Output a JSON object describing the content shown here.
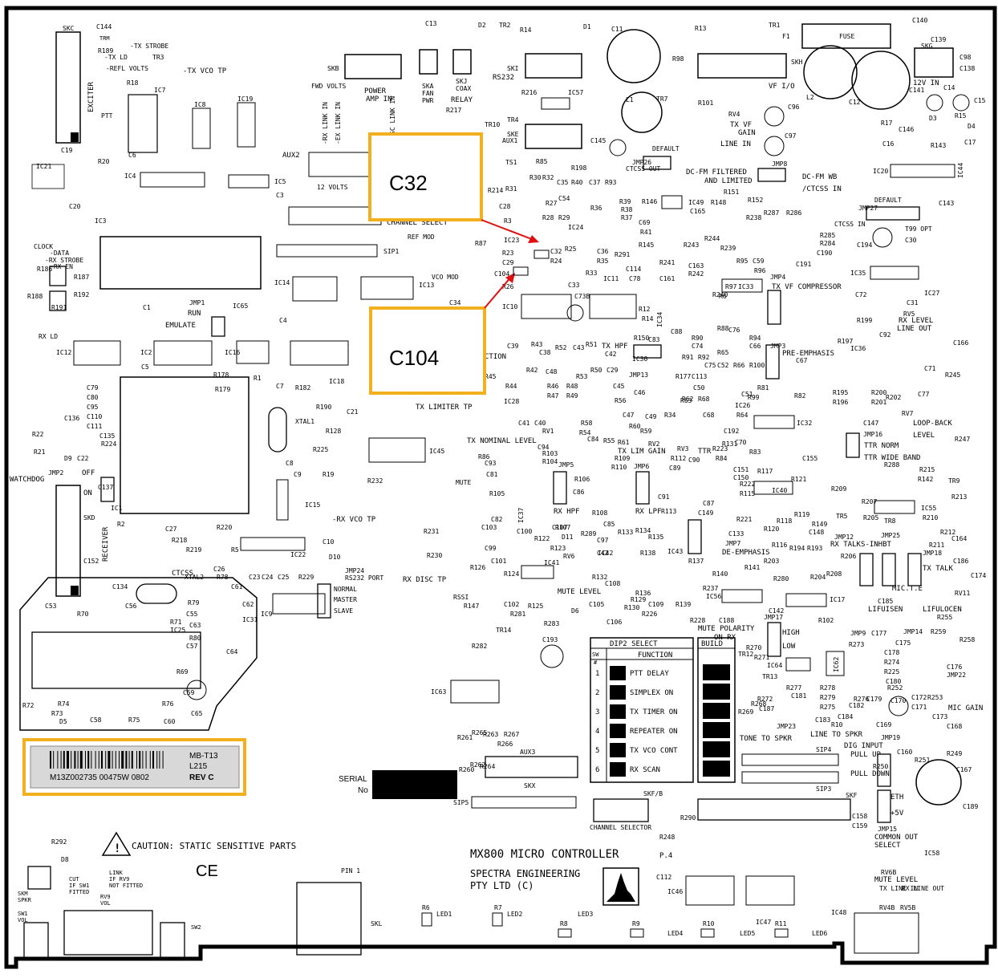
{
  "colors": {
    "callout": "#f2b01e",
    "arrow": "#e01010",
    "ink": "#000000"
  },
  "callouts": {
    "c32": "C32",
    "c104": "C104"
  },
  "board": {
    "title": "MX800 MICRO CONTROLLER",
    "page": "P.4",
    "maker_1": "SPECTRA ENGINEERING",
    "maker_2": "PTY LTD  (C)",
    "caution": "CAUTION: STATIC SENSITIVE PARTS",
    "ce_mark": "CE",
    "serial_1": "SERIAL",
    "serial_2": "No"
  },
  "label_sticker": {
    "model": "MB-T13",
    "rev_line": "L215",
    "rev": "REV C",
    "code": "M13Z002735  00475W 0802"
  },
  "dip_table": {
    "title": "DIP2 SELECT",
    "build": "BUILD",
    "col_sw": "SW",
    "col_hash": "#",
    "col_function": "FUNCTION",
    "rows": [
      {
        "sw": "1",
        "fn": "PTT DELAY"
      },
      {
        "sw": "2",
        "fn": "SIMPLEX ON"
      },
      {
        "sw": "3",
        "fn": "TX TIMER ON"
      },
      {
        "sw": "4",
        "fn": "REPEATER ON"
      },
      {
        "sw": "5",
        "fn": "TX VCO CONT"
      },
      {
        "sw": "6",
        "fn": "RX SCAN"
      }
    ]
  },
  "connectors": {
    "skc": "SKC",
    "skb": "SKB",
    "ska": "SKA",
    "ska2": "FAN",
    "ska3": "PWR",
    "skj": "SKJ",
    "skj2": "COAX",
    "skj3": "RELAY",
    "ski": "SKI",
    "ski2": "RS232",
    "skh": "SKH",
    "vf_io": "VF I/O",
    "ske": "SKE",
    "ske2": "AUX1",
    "skg": "SKG",
    "in12": "12V IN",
    "skd": "SKD",
    "receiver": "RECEIVER",
    "exciter": "EXCITER",
    "skx": "SKX",
    "aux3": "AUX3",
    "skl": "SKL",
    "skf": "SKF",
    "skfb": "SKF/B",
    "chsel": "CHANNEL SELECTOR",
    "fuse": "FUSE",
    "aux2": "AUX2",
    "sip1": "SIP1",
    "sip3": "SIP3",
    "sip4": "SIP4",
    "sip5": "SIP5",
    "pin1": "PIN 1",
    "skm": "SKM",
    "spkr": "SPKR",
    "sw1": "SW1",
    "vol": "VOL",
    "sw2": "SW2"
  },
  "chips": {
    "ic3": "IC3",
    "ic4": "IC4",
    "ic5": "IC5",
    "ic7": "IC7",
    "ic8": "IC8",
    "ic19": "IC19",
    "ic21": "IC21",
    "ic14": "IC14",
    "ic13": "IC13",
    "ic12": "IC12",
    "ic2": "IC2",
    "ic16": "IC16",
    "ic18": "IC18",
    "ic1": "IC1",
    "ic15": "IC15",
    "ic45": "IC45",
    "ic10": "IC10",
    "ic11": "IC11",
    "ic57": "IC57",
    "ic22": "IC22",
    "ic9": "IC9",
    "ic31": "IC31",
    "ic25": "IC25",
    "ic63": "IC63",
    "ic46": "IC46",
    "ic47": "IC47",
    "ic48": "IC48",
    "ic58": "IC58",
    "ic20": "IC20",
    "ic44": "IC44",
    "ic27": "IC27",
    "ic35": "IC35",
    "ic32": "IC32",
    "ic33": "IC33",
    "ic17": "IC17",
    "ic36": "IC36",
    "ic40": "IC40",
    "ic55": "IC55",
    "ic43": "IC43",
    "ic41": "IC41",
    "ic42": "IC42",
    "ic37": "IC37",
    "ic28": "IC28",
    "ic30": "IC30",
    "ic26": "IC26",
    "ic49": "IC49",
    "ic23": "IC23",
    "ic24": "IC24",
    "ic34": "IC34",
    "ic56": "IC56",
    "ic64": "IC64",
    "ic62": "IC62",
    "ic65": "IC65"
  },
  "net_labels": {
    "tx_vco_tp": "-TX VCO TP",
    "rx_vco_tp": "-RX VCO TP",
    "fwd_volts": "FWD VOLTS",
    "power": "POWER",
    "amp_in": "AMP IN",
    "tx_strobe": "-TX STROBE",
    "tx_ld": "-TX LD",
    "refl_volts": "-REFL VOLTS",
    "trm": "TRM",
    "ptt": "PTT",
    "volts12": "12 VOLTS",
    "rx_link_in": "-RX LINK IN",
    "ex_link_in": "-EX LINK IN",
    "sc_link_in": "SC LINK IN",
    "channel_select": "CHANNEL SELECT",
    "ref_mod": "REF MOD",
    "vco_mod": "VCO MOD",
    "clock": "CLOCK",
    "data": "-DATA",
    "rx_strobe": "-RX STROBE",
    "rx_en": "-RX EN",
    "run": "RUN",
    "emulate": "EMULATE",
    "rx_ld": "RX LD",
    "xtal1": "XTAL1",
    "xtal2": "XTAL2",
    "watchdog": "WATCHDOG",
    "jmp2": "JMP2",
    "off": "OFF",
    "on": "ON",
    "ctcss": "CTCSS",
    "normal": "NORMAL",
    "master": "MASTER",
    "slave": "SLAVE",
    "jmp24": "JMP24",
    "rs232_port": "RS232 PORT",
    "rx_disc_tp": "RX DISC TP",
    "rssi": "RSSI",
    "tx_limiter_tp": "TX LIMITER TP",
    "tx_nominal_level": "TX NOMINAL LEVEL",
    "mute": "MUTE",
    "rx_hpf": "RX HPF",
    "rx_lpf": "RX LPF",
    "tx_hpf": "TX HPF",
    "tx_lim_gain": "TX LIM GAIN",
    "ttr": "TTR",
    "mute_level": "MUTE LEVEL",
    "mute_polarity": "MUTE POLARITY",
    "on_rx": "ON RX",
    "high": "HIGH",
    "low": "LOW",
    "de_emphasis": "DE-EMPHASIS",
    "pre_emphasis": "PRE-EMPHASIS",
    "tx_vf_compressor": "TX VF COMPRESSOR",
    "rx_level": "RX LEVEL",
    "line_out": "LINE OUT",
    "loop_back": "LOOP-BACK",
    "level": "LEVEL",
    "ttr_norm": "TTR NORM",
    "ttr_wide": "TTR WIDE BAND",
    "rx_talk": "RX TALK",
    "s_inhbt": "S-INHBT",
    "tx_talk": "TX TALK",
    "mic_te": "MIC.T.E",
    "lifuisen": "LIFUISEN",
    "lifulocen": "LIFULOCEN",
    "tone_to_spkr": "TONE TO SPKR",
    "line_to_spkr": "LINE TO SPKR",
    "dig_input": "DIG INPUT",
    "pull_up": "PULL UP",
    "pull_down": "PULL DOWN",
    "eth": "ETH",
    "plus5v": "+5V",
    "common_out": "COMMON OUT",
    "select": "SELECT",
    "mute_level2": "MUTE LEVEL",
    "tx_line_in": "TX LINE IN",
    "rx_line_out": "RX LINE OUT",
    "mic_gain": "MIC GAIN",
    "dc_fm_filtered": "DC-FM FILTERED",
    "and_limited": "AND LIMITED",
    "dc_fm_wb": "DC-FM WB",
    "ctcss_in": "/CTCSS IN",
    "default": "DEFAULT",
    "ctcss_out": "CTCSS OUT",
    "tx_vf": "TX VF",
    "gain": "GAIN",
    "line_in": "LINE IN",
    "ctcss_in2": "CTCSS IN",
    "t99_opt": "T99 OPT",
    "ction": "CTION",
    "link": "LINK",
    "if_rv9": "IF RV9",
    "not_fitted": "NOT FITTED",
    "cut": "CUT",
    "if_sw1": "IF SW1",
    "fitted": "FITTED",
    "rv9": "RV9",
    "build": "BUILD"
  },
  "parts": {
    "c32": "C32",
    "c104": "C104",
    "r26": "R26",
    "r23": "R23",
    "r24": "R24",
    "c29": "C29",
    "c33": "C33",
    "r33": "R33",
    "c36": "C36",
    "r35": "R35",
    "r25": "R25",
    "c73b": "C73B",
    "c11": "C11",
    "c12": "C12",
    "l1": "L1",
    "l2": "L2",
    "c13": "C13",
    "d2": "D2",
    "tr2": "TR2",
    "r14": "R14",
    "d1": "D1",
    "r13": "R13",
    "tr1": "TR1",
    "f1": "F1",
    "c140": "C140",
    "c139": "C139",
    "c98": "C98",
    "c138": "C138",
    "r98": "R98",
    "tr7": "TR7",
    "r101": "R101",
    "rv4": "RV4",
    "c96": "C96",
    "c97": "C97",
    "c14": "C14",
    "c15": "C15",
    "c141": "C141",
    "r15": "R15",
    "d3": "D3",
    "d4": "D4",
    "r17": "R17",
    "c146": "C146",
    "c16": "C16",
    "r143": "R143",
    "c17": "C17",
    "c144": "C144",
    "r189": "R189",
    "tr3": "TR3",
    "r18": "R18",
    "c19": "C19",
    "r20": "R20",
    "c6": "C6",
    "c20": "C20",
    "c3": "C3",
    "r186": "R186",
    "r187": "R187",
    "r188": "R188",
    "r191": "R191",
    "r192": "R192",
    "c1": "C1",
    "jmp1": "JMP1",
    "c4": "C4",
    "c34": "C34",
    "r87": "R87",
    "c5": "C5",
    "r178": "R178",
    "r179": "R179",
    "r1": "R1",
    "c7": "C7",
    "r182": "R182",
    "r190": "R190",
    "c21": "C21",
    "r128": "R128",
    "r225": "R225",
    "c8": "C8",
    "c9": "C9",
    "r19": "R19",
    "r232": "R232",
    "c79": "C79",
    "c80": "C80",
    "c95": "C95",
    "c110": "C110",
    "c111": "C111",
    "c136": "C136",
    "c135": "C135",
    "r224": "R224",
    "r22": "R22",
    "r21": "R21",
    "d9": "D9",
    "c22": "C22",
    "c137": "C137",
    "r2": "R2",
    "c27": "C27",
    "r218": "R218",
    "r220": "R220",
    "r219": "R219",
    "r5": "R5",
    "c10": "C10",
    "d10": "D10",
    "c152": "C152",
    "c26": "C26",
    "r78": "R78",
    "c23": "C23",
    "c24": "C24",
    "c25": "C25",
    "r229": "R229",
    "c134": "C134",
    "c61": "C61",
    "c62": "C62",
    "c53": "C53",
    "r70": "R70",
    "c56": "C56",
    "r79": "R79",
    "c55": "C55",
    "r71": "R71",
    "c63": "C63",
    "r80": "R80",
    "c57": "C57",
    "r69": "R69",
    "c64": "C64",
    "c59": "C59",
    "r72": "R72",
    "r73": "R73",
    "r74": "R74",
    "d5": "D5",
    "c58": "C58",
    "r75": "R75",
    "r76": "R76",
    "c60": "C60",
    "c65": "C65",
    "r292": "R292",
    "d8": "D8",
    "r6": "R6",
    "led1": "LED1",
    "r7": "R7",
    "led2": "LED2",
    "led3": "LED3",
    "r8": "R8",
    "r9": "R9",
    "led4": "LED4",
    "r10": "R10",
    "led5": "LED5",
    "r11": "R11",
    "led6": "LED6",
    "c112": "C112",
    "rv6b": "RV6B",
    "rv4b": "RV4B",
    "rv5b": "RV5B",
    "r216": "R216",
    "r217": "R217",
    "tr10": "TR10",
    "tr4": "TR4",
    "ts1": "TS1",
    "r85": "R85",
    "r198": "R198",
    "r30": "R30",
    "r32": "R32",
    "c35": "C35",
    "r40": "R40",
    "c37": "C37",
    "r93": "R93",
    "r31": "R31",
    "c54": "C54",
    "r214": "R214",
    "r27": "R27",
    "c28": "C28",
    "r36": "R36",
    "r39": "R39",
    "r38": "R38",
    "r37": "R37",
    "r146": "R146",
    "c145": "C145",
    "jmp26": "JMP26",
    "r3": "R3",
    "r28": "R28",
    "r29": "R29",
    "c69": "C69",
    "r41": "R41",
    "r145": "R145",
    "r291": "R291",
    "r243": "R243",
    "c165": "C165",
    "r244": "R244",
    "r148": "R148",
    "r151": "R151",
    "r152": "R152",
    "jmp8": "JMP8",
    "r238": "R238",
    "r287": "R287",
    "r286": "R286",
    "r285": "R285",
    "r284": "R284",
    "c190": "C190",
    "c191": "C191",
    "r239": "R239",
    "r95": "R95",
    "c59b": "C59",
    "r96": "R96",
    "jmp27": "JMP27",
    "c194": "C194",
    "c30": "C30",
    "c143": "C143",
    "c72": "C72",
    "c31": "C31",
    "rv5": "RV5",
    "r197": "R197",
    "r199": "R199",
    "c92": "C92",
    "c166": "C166",
    "c71": "C71",
    "r245": "R245",
    "r195": "R195",
    "r196": "R196",
    "r200": "R200",
    "r201": "R201",
    "r202": "R202",
    "c77": "C77",
    "c147": "C147",
    "rv7": "RV7",
    "r247": "R247",
    "jmp16": "JMP16",
    "r288": "R288",
    "r215": "R215",
    "r142": "R142",
    "tr9": "TR9",
    "r209": "R209",
    "r207": "R207",
    "r213": "R213",
    "tr5": "TR5",
    "r205": "R205",
    "tr8": "TR8",
    "r210": "R210",
    "r212": "R212",
    "c164": "C164",
    "r211": "R211",
    "c186": "C186",
    "jmp12": "JMP12",
    "jmp25": "JMP25",
    "jmp18": "JMP18",
    "c174": "C174",
    "rv11": "RV11",
    "c185": "C185",
    "c114": "C114",
    "c78": "C78",
    "r241": "R241",
    "r242": "R242",
    "c163": "C163",
    "c161": "C161",
    "r240": "R240",
    "r97": "R97",
    "c34b": "C34",
    "r14b": "R14",
    "r12": "R12",
    "r150": "R150",
    "c83": "C83",
    "c88": "C88",
    "r90": "R90",
    "c74": "C74",
    "r91": "R91",
    "r92": "R92",
    "r65": "R65",
    "c52": "C52",
    "r66": "R66",
    "r100": "R100",
    "jmp3": "JMP3",
    "c67": "C67",
    "r82": "R82",
    "c75": "C75",
    "r94": "R94",
    "c66": "C66",
    "jmp4": "JMP4",
    "r88": "R88",
    "c76": "C76",
    "r6b": "R6",
    "c39": "C39",
    "r43": "R43",
    "c38": "C38",
    "r52": "R52",
    "c43": "C43",
    "r51": "R51",
    "c42": "C42",
    "r45": "R45",
    "r42": "R42",
    "c48": "C48",
    "r53": "R53",
    "r50": "R50",
    "c29b": "C29",
    "jmp13": "JMP13",
    "r44": "R44",
    "r46": "R46",
    "r48": "R48",
    "r47": "R47",
    "r49": "R49",
    "c45": "C45",
    "r56": "R56",
    "c46": "C46",
    "r177": "R177",
    "c113": "C113",
    "c50": "C50",
    "r63": "R63",
    "r62": "R62",
    "r68": "R68",
    "c51": "C51",
    "r99": "R99",
    "r81": "R81",
    "c41": "C41",
    "c40": "C40",
    "c47": "C47",
    "r34": "R34",
    "c49": "C49",
    "c68": "C68",
    "r64": "R64",
    "c192": "C192",
    "r58": "R58",
    "c84": "C84",
    "r55": "R55",
    "r54": "R54",
    "r61": "R61",
    "r60": "R60",
    "r59": "R59",
    "rv1": "RV1",
    "rv2": "RV2",
    "rv3": "RV3",
    "c94": "C94",
    "r103": "R103",
    "r104": "R104",
    "r109": "R109",
    "r110": "R110",
    "r112": "R112",
    "c89": "C89",
    "c90": "C90",
    "r84": "R84",
    "r223": "R223",
    "r131": "R131",
    "c70": "C70",
    "r83": "R83",
    "r86": "R86",
    "c93": "C93",
    "c81": "C81",
    "jmp5": "JMP5",
    "c86": "C86",
    "r106": "R106",
    "jmp6": "JMP6",
    "c91": "C91",
    "r113": "R113",
    "c151": "C151",
    "c150": "C150",
    "r117": "R117",
    "r121": "R121",
    "c155": "C155",
    "r222": "R222",
    "r115": "R115",
    "c87": "C87",
    "r105": "R105",
    "c82": "C82",
    "r107": "R107",
    "c85": "C85",
    "r108": "R108",
    "c149": "C149",
    "r221": "R221",
    "r118": "R118",
    "r119": "R119",
    "r149": "R149",
    "c148": "C148",
    "r120": "R120",
    "c133": "C133",
    "jmp7": "JMP7",
    "r116": "R116",
    "r194": "R194",
    "r193": "R193",
    "r208": "R208",
    "r206": "R206",
    "r204": "R204",
    "r280": "R280",
    "r203": "R203",
    "r141": "R141",
    "c103": "C103",
    "c100": "C100",
    "r122": "R122",
    "c107": "C107",
    "r289": "R289",
    "c97b": "C97",
    "r133": "R133",
    "r134": "R134",
    "r135": "R135",
    "r136": "R136",
    "c42b": "C42",
    "r123": "R123",
    "c99": "C99",
    "c101": "C101",
    "r124": "R124",
    "rv6": "RV6",
    "r132": "R132",
    "c108": "C108",
    "r138": "R138",
    "r130": "R130",
    "c109": "C109",
    "r139": "R139",
    "r137": "R137",
    "r140": "R140",
    "r126": "R126",
    "c102": "C102",
    "r125": "R125",
    "r129": "R129",
    "c105": "C105",
    "c106": "C106",
    "r281": "R281",
    "r283": "R283",
    "r226": "R226",
    "r228": "R228",
    "c188": "C188",
    "r237": "R237",
    "r231": "R231",
    "r230": "R230",
    "r147": "R147",
    "tr14": "TR14",
    "r282": "R282",
    "c193": "C193",
    "d6": "D6",
    "d11": "D11",
    "c142": "C142",
    "r102": "R102",
    "jmp17": "JMP17",
    "r270": "R270",
    "r271": "R271",
    "tr12": "TR12",
    "tr13": "TR13",
    "c175": "C175",
    "c177": "C177",
    "c178": "C178",
    "r274": "R274",
    "r225b": "R225",
    "r273": "R273",
    "c180": "C180",
    "c176": "C176",
    "r252": "R252",
    "r255": "R255",
    "r259": "R259",
    "r258": "R258",
    "jmp9": "JMP9",
    "jmp14": "JMP14",
    "jmp22": "JMP22",
    "c172": "C172",
    "c171": "C171",
    "c173": "C173",
    "r253": "R253",
    "c170": "C170",
    "c168": "C168",
    "r249": "R249",
    "c179": "C179",
    "c169": "C169",
    "r10b": "R10",
    "r276": "R276",
    "c182": "C182",
    "c184": "C184",
    "r277": "R277",
    "r278": "R278",
    "r279": "R279",
    "r275": "R275",
    "c181": "C181",
    "c183": "C183",
    "r272": "R272",
    "c187": "C187",
    "r269": "R269",
    "r268": "R268",
    "jmp23": "JMP23",
    "jmp19": "JMP19",
    "c160": "C160",
    "r250": "R250",
    "r251": "R251",
    "c167": "C167",
    "c189": "C189",
    "r290": "R290",
    "r248": "R248",
    "c158": "C158",
    "c159": "C159",
    "jmp15": "JMP15",
    "r261": "R261",
    "r265": "R265",
    "r263": "R263",
    "r267": "R267",
    "r266": "R266",
    "r260": "R260",
    "r264": "R264",
    "r262": "R262"
  }
}
